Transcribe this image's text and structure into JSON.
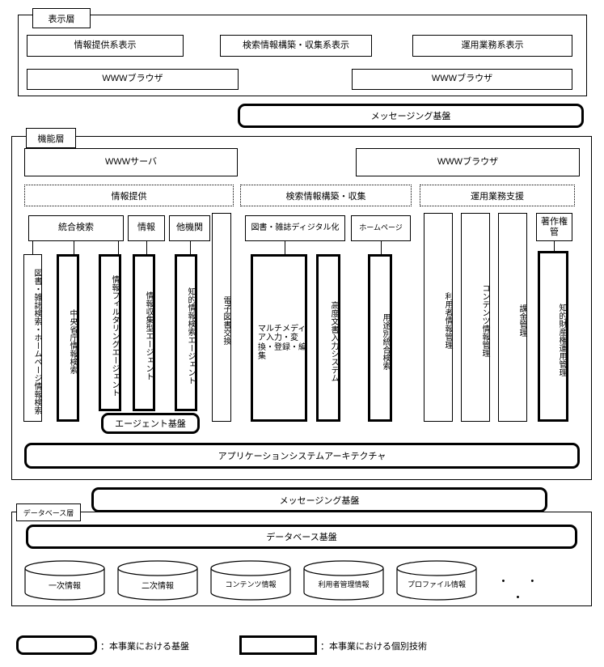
{
  "diagram": {
    "title": "システムアーキテクチャ図",
    "layers": [
      {
        "id": "presentation",
        "label": "表示層"
      },
      {
        "id": "function",
        "label": "機能層"
      },
      {
        "id": "database",
        "label": "データベース層"
      }
    ]
  },
  "presentation": {
    "top_boxes": [
      {
        "label": "情報提供系表示"
      },
      {
        "label": "検索情報構築・収集系表示"
      },
      {
        "label": "運用業務系表示"
      }
    ],
    "browsers": [
      {
        "label": "WWWブラウザ"
      },
      {
        "label": "WWWブラウザ"
      }
    ]
  },
  "messaging_top": {
    "label": "メッセージング基盤"
  },
  "messaging_bottom": {
    "label": "メッセージング基盤"
  },
  "function_layer": {
    "servers": [
      {
        "label": "WWWサーバ"
      },
      {
        "label": "WWWブラウザ"
      }
    ],
    "groups": [
      {
        "id": "provide",
        "label": "情報提供"
      },
      {
        "id": "collect",
        "label": "検索情報構築・収集"
      },
      {
        "id": "ops",
        "label": "運用業務支援"
      }
    ],
    "provide": {
      "heads": [
        {
          "label": "統合検索"
        },
        {
          "label": "情報"
        },
        {
          "label": "他機関"
        }
      ],
      "verticals": [
        {
          "label": "図書・雑誌検索・ホームページ情報検索",
          "kind": "thin"
        },
        {
          "label": "中央省庁情報検索",
          "kind": "thick"
        },
        {
          "label": "情報フィルタリングエージェント",
          "kind": "thick"
        },
        {
          "label": "情報収集型エージェント",
          "kind": "thick"
        },
        {
          "label": "知的情報検索エージェント",
          "kind": "thick"
        },
        {
          "label": "電子図書交換",
          "kind": "thin"
        }
      ],
      "agent_base": {
        "label": "エージェント基盤"
      }
    },
    "collect": {
      "heads": [
        {
          "label": "図書・雑誌ディジタル化"
        },
        {
          "label": "ホームページ"
        }
      ],
      "verticals": [
        {
          "label": "マルチメディア入力・変換・登録・編集",
          "kind": "thick"
        },
        {
          "label": "高度文書入力システム",
          "kind": "thick"
        },
        {
          "label": "用途別統合検索",
          "kind": "thick"
        }
      ]
    },
    "ops": {
      "heads": [
        {
          "label": "著作権管"
        }
      ],
      "verticals": [
        {
          "label": "利用者情報管理",
          "kind": "thin"
        },
        {
          "label": "コンテンツ情報管理",
          "kind": "thin"
        },
        {
          "label": "課金管理",
          "kind": "thin"
        },
        {
          "label": "知的財産権運用管理",
          "kind": "thick"
        }
      ]
    },
    "architecture_bar": {
      "label": "アプリケーションシステムアーキテクチャ"
    }
  },
  "database_layer": {
    "base": {
      "label": "データベース基盤"
    },
    "stores": [
      {
        "label": "一次情報"
      },
      {
        "label": "二次情報"
      },
      {
        "label": "コンテンツ情報"
      },
      {
        "label": "利用者管理情報"
      },
      {
        "label": "プロファイル情報"
      }
    ],
    "ellipsis": "・  ・  ・"
  },
  "legend": [
    {
      "shape": "rounded-thick",
      "text": "：本事業における基盤"
    },
    {
      "shape": "rect-thick",
      "text": "：本事業における個別技術"
    }
  ]
}
